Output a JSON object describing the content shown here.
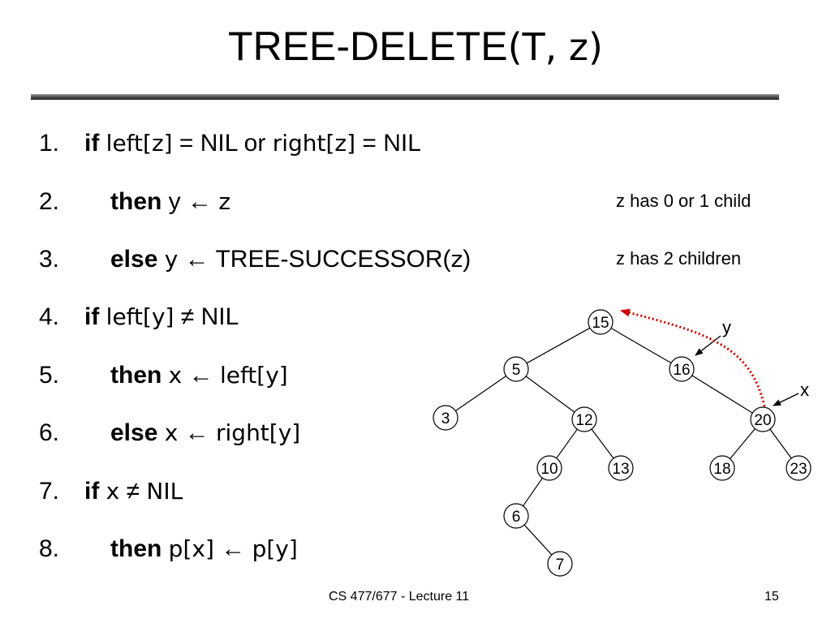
{
  "slide": {
    "title_fn": "TREE-DELETE",
    "title_args": "(T, z)",
    "lines": [
      {
        "num": "1.",
        "parts": [
          "if",
          " ",
          "left[z]",
          " = NIL or ",
          "right[z]",
          " = NIL"
        ]
      },
      {
        "num": "2.",
        "parts": [
          "then",
          " y ",
          "←",
          " ",
          "z"
        ]
      },
      {
        "num": "3.",
        "parts": [
          "else",
          " ",
          "y",
          " ",
          "←",
          " TREE-SUCCESSOR(",
          "z",
          ")"
        ]
      },
      {
        "num": "4.",
        "parts": [
          "if",
          " ",
          "left[y]",
          " ",
          "≠",
          " NIL"
        ]
      },
      {
        "num": "5.",
        "parts": [
          "then",
          " ",
          "x",
          " ",
          "←",
          " ",
          "left[y]"
        ]
      },
      {
        "num": "6.",
        "parts": [
          "else",
          " ",
          "x",
          " ",
          "←",
          " ",
          "right[y]"
        ]
      },
      {
        "num": "7.",
        "parts": [
          "if",
          " ",
          "x",
          " ",
          "≠",
          " ",
          "NIL"
        ]
      },
      {
        "num": "8.",
        "parts": [
          "then",
          " ",
          "p[x]",
          " ",
          "←",
          " ",
          "p[y]"
        ]
      }
    ],
    "notes": [
      "z has 0 or 1 child",
      "z has 2 children"
    ],
    "footer_center": "CS 477/677 - Lecture 11",
    "footer_page": "15"
  },
  "tree": {
    "nodes": [
      {
        "id": "15",
        "label": "15"
      },
      {
        "id": "5",
        "label": "5"
      },
      {
        "id": "16",
        "label": "16"
      },
      {
        "id": "3",
        "label": "3"
      },
      {
        "id": "12",
        "label": "12"
      },
      {
        "id": "20",
        "label": "20"
      },
      {
        "id": "10",
        "label": "10"
      },
      {
        "id": "13",
        "label": "13"
      },
      {
        "id": "18",
        "label": "18"
      },
      {
        "id": "23",
        "label": "23"
      },
      {
        "id": "6",
        "label": "6"
      },
      {
        "id": "7",
        "label": "7"
      }
    ],
    "edges": [
      [
        "15",
        "5"
      ],
      [
        "15",
        "16"
      ],
      [
        "5",
        "3"
      ],
      [
        "5",
        "12"
      ],
      [
        "16",
        "20"
      ],
      [
        "12",
        "10"
      ],
      [
        "12",
        "13"
      ],
      [
        "20",
        "18"
      ],
      [
        "20",
        "23"
      ],
      [
        "10",
        "6"
      ],
      [
        "6",
        "7"
      ]
    ],
    "pointers": [
      {
        "label": "y",
        "target": "16"
      },
      {
        "label": "x",
        "target": "20"
      }
    ],
    "arrow_color": "#cc0000"
  }
}
